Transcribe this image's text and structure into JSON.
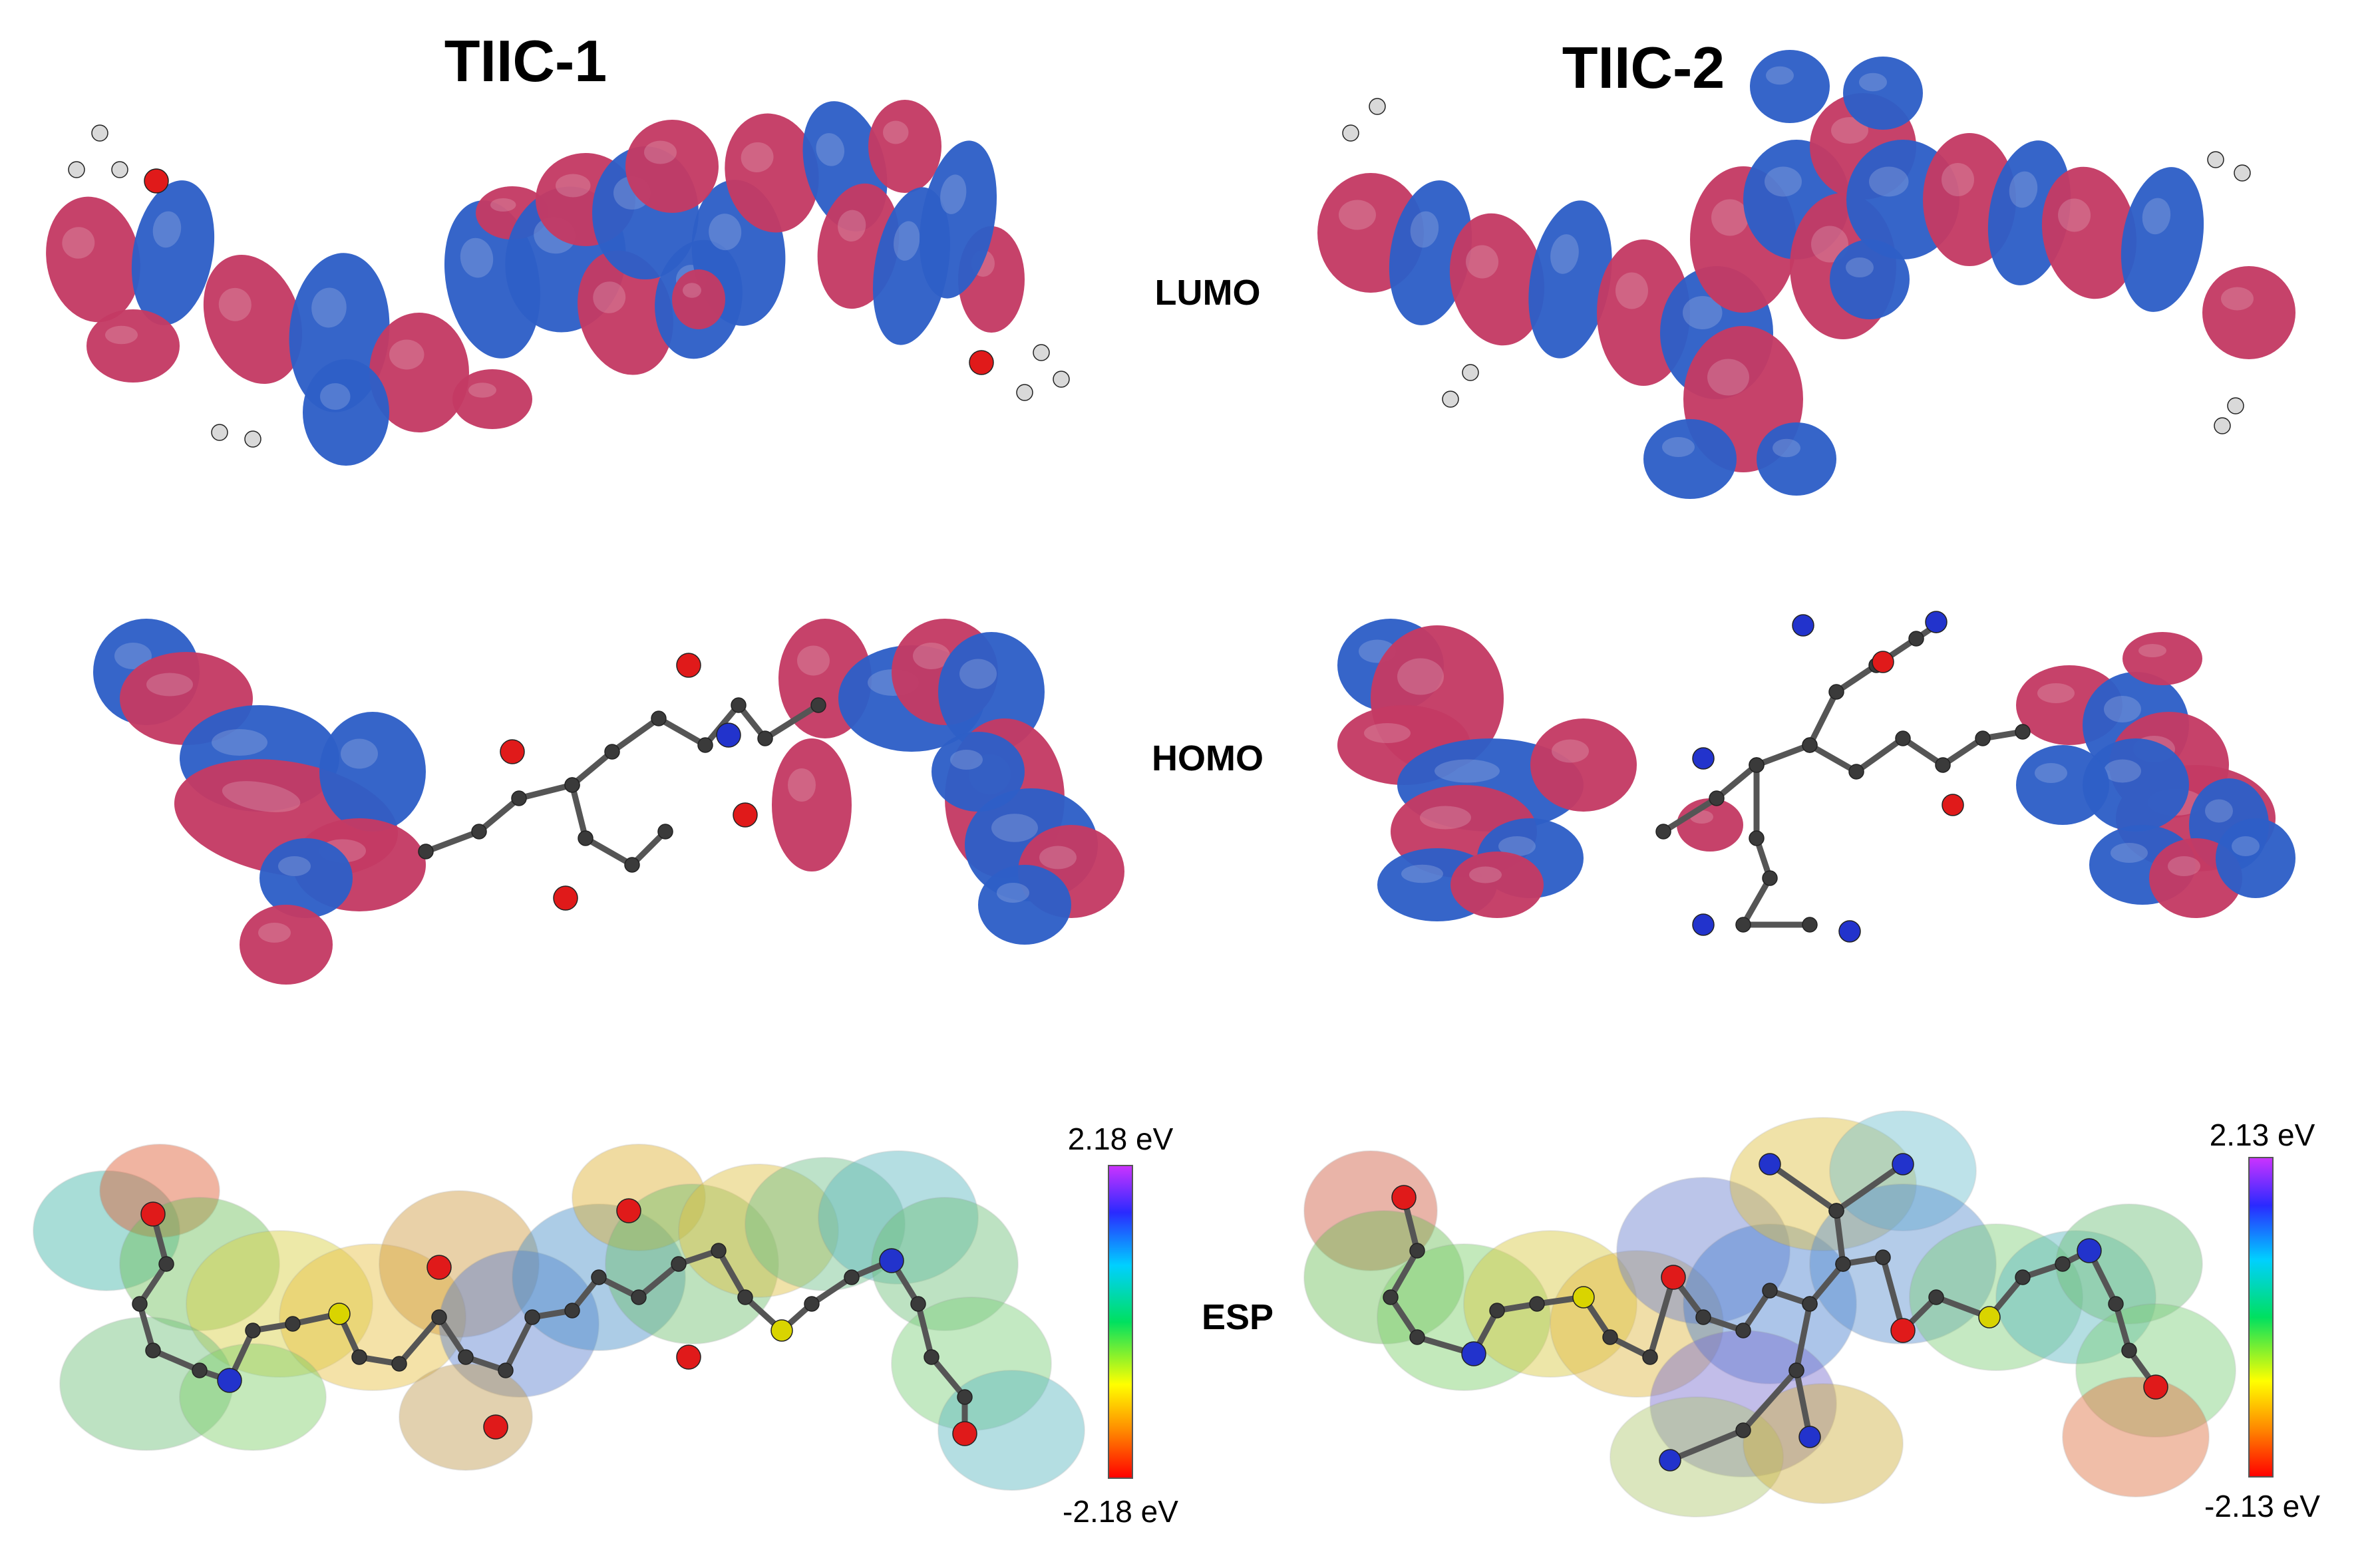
{
  "titles": {
    "left": "TIIC-1",
    "right": "TIIC-2"
  },
  "row_labels": {
    "lumo": "LUMO",
    "homo": "HOMO",
    "esp": "ESP"
  },
  "esp_scales": {
    "left": {
      "max": "2.18 eV",
      "min": "-2.18 eV"
    },
    "right": {
      "max": "2.13 eV",
      "min": "-2.13 eV"
    }
  },
  "colors": {
    "orbital_positive": "#c43a64",
    "orbital_negative": "#2e5fc7",
    "carbon": "#3a3a3a",
    "hydrogen": "#d9d9d9",
    "oxygen": "#e01a1a",
    "nitrogen": "#2233cc",
    "sulfur": "#d9d400"
  },
  "esp_gradient": [
    "#cc33ff",
    "#2a2aff",
    "#00d0ff",
    "#00e060",
    "#ffff00",
    "#ff8800",
    "#ff0000"
  ]
}
